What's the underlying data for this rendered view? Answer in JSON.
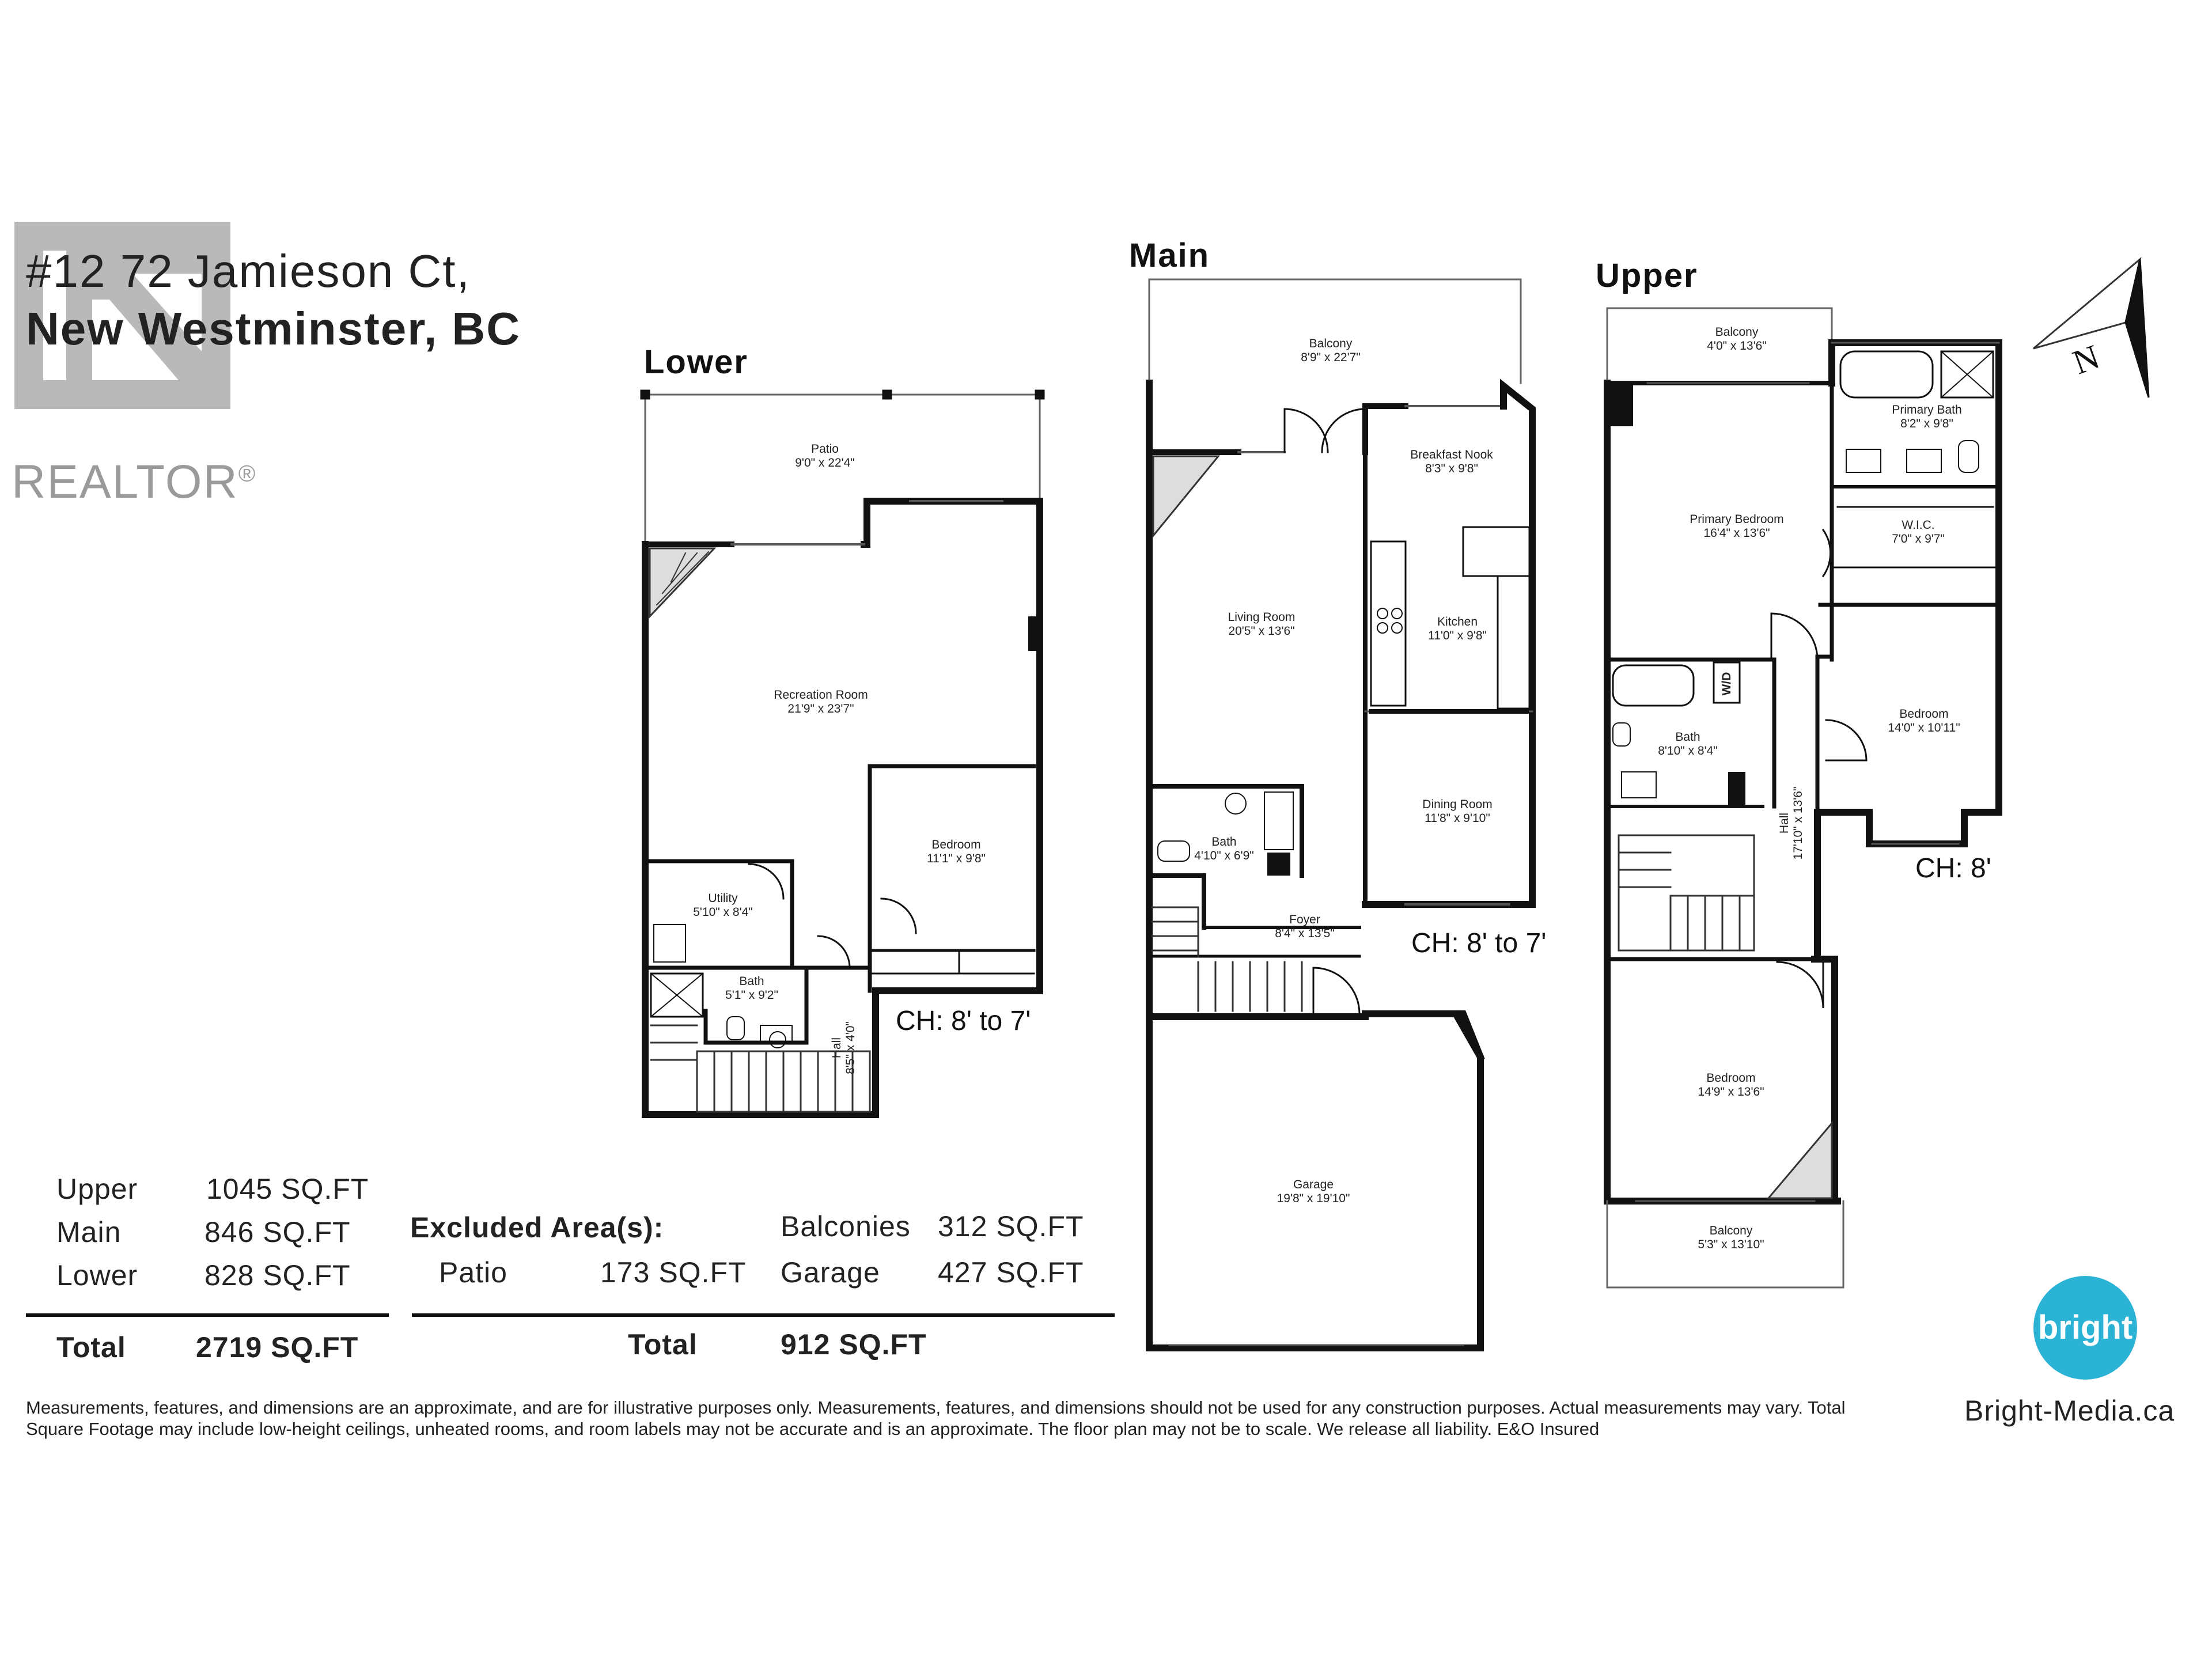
{
  "header": {
    "address_line1": "#12 72 Jamieson Ct,",
    "address_line2": "New Westminster, BC"
  },
  "realtor_logo": {
    "text": "REALTOR",
    "mark": "®",
    "icon": "realtor-r-logo-icon"
  },
  "floors": {
    "lower": {
      "label": "Lower",
      "ceiling": "CH: 8' to 7'",
      "rooms": [
        {
          "name": "Patio",
          "dims": "9'0\" x 22'4\""
        },
        {
          "name": "Recreation Room",
          "dims": "21'9\" x 23'7\""
        },
        {
          "name": "Bedroom",
          "dims": "11'1\" x 9'8\""
        },
        {
          "name": "Utility",
          "dims": "5'10\" x 8'4\""
        },
        {
          "name": "Bath",
          "dims": "5'1\" x 9'2\""
        },
        {
          "name": "Hall",
          "dims": "8'5\" x 4'0\""
        }
      ]
    },
    "main": {
      "label": "Main",
      "ceiling": "CH: 8' to 7'",
      "rooms": [
        {
          "name": "Balcony",
          "dims": "8'9\" x 22'7\""
        },
        {
          "name": "Breakfast Nook",
          "dims": "8'3\" x 9'8\""
        },
        {
          "name": "Living Room",
          "dims": "20'5\" x 13'6\""
        },
        {
          "name": "Kitchen",
          "dims": "11'0\" x 9'8\""
        },
        {
          "name": "Dining Room",
          "dims": "11'8\" x 9'10\""
        },
        {
          "name": "Bath",
          "dims": "4'10\" x 6'9\""
        },
        {
          "name": "Foyer",
          "dims": "8'4\" x 13'5\""
        },
        {
          "name": "Garage",
          "dims": "19'8\" x 19'10\""
        }
      ]
    },
    "upper": {
      "label": "Upper",
      "ceiling": "CH: 8'",
      "rooms": [
        {
          "name": "Balcony",
          "dims": "4'0\" x 13'6\""
        },
        {
          "name": "Primary Bath",
          "dims": "8'2\" x 9'8\""
        },
        {
          "name": "Primary Bedroom",
          "dims": "16'4\" x 13'6\""
        },
        {
          "name": "W.I.C.",
          "dims": "7'0\" x 9'7\""
        },
        {
          "name": "Bath",
          "dims": "8'10\" x 8'4\""
        },
        {
          "name": "W/D",
          "dims": ""
        },
        {
          "name": "Bedroom",
          "dims": "14'0\" x 10'11\""
        },
        {
          "name": "Hall",
          "dims": "17'10\" x 13'6\""
        },
        {
          "name": "Bedroom",
          "dims": "14'9\" x 13'6\""
        },
        {
          "name": "Balcony",
          "dims": "5'3\" x 13'10\""
        }
      ]
    }
  },
  "compass": {
    "letter": "N",
    "icon": "north-arrow-icon"
  },
  "areas": {
    "floors": [
      {
        "label": "Upper",
        "value": "1045 SQ.FT"
      },
      {
        "label": "Main",
        "value": "846 SQ.FT"
      },
      {
        "label": "Lower",
        "value": "828 SQ.FT"
      }
    ],
    "total_label": "Total",
    "total_value": "2719 SQ.FT",
    "excluded_title": "Excluded Area(s):",
    "excluded": [
      {
        "label": "Balconies",
        "value": "312 SQ.FT"
      },
      {
        "label": "Patio",
        "value": "173 SQ.FT"
      },
      {
        "label": "Garage",
        "value": "427 SQ.FT"
      }
    ],
    "excluded_total_label": "Total",
    "excluded_total_value": "912 SQ.FT"
  },
  "disclaimer": "Measurements, features, and dimensions are an approximate, and are for illustrative purposes only. Measurements, features, and dimensions should not be used for any construction purposes. Actual measurements may vary. Total Square Footage may include low-height ceilings, unheated rooms, and room labels may not be accurate and is an approximate. The floor plan may not be to scale. We release all liability. E&O Insured",
  "brand": {
    "logo_text": "bright",
    "url": "Bright-Media.ca",
    "color": "#2bb3d6"
  }
}
